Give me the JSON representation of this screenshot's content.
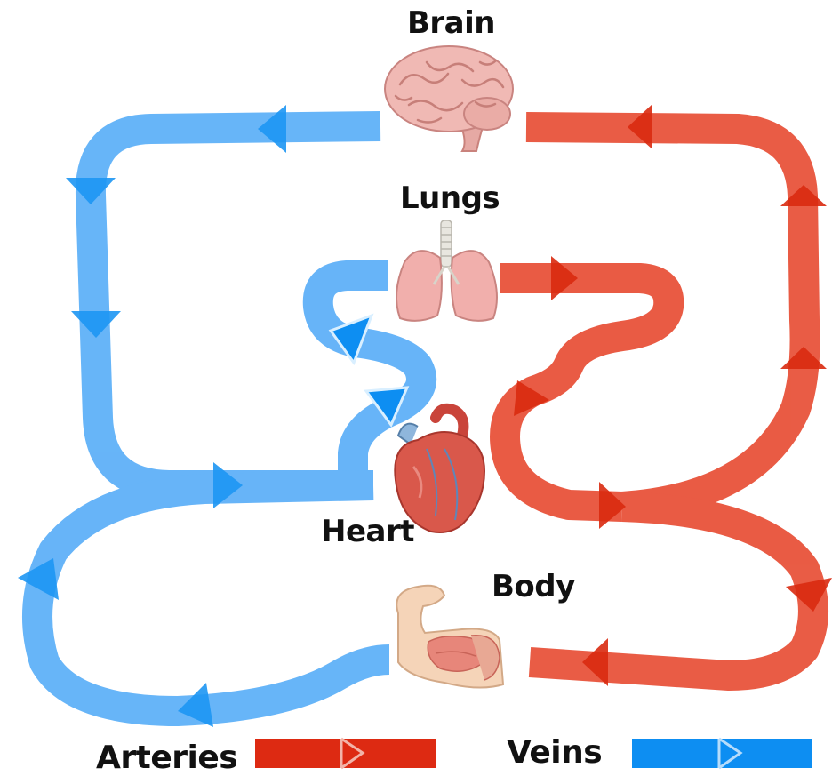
{
  "organs": {
    "brain": "Brain",
    "lungs": "Lungs",
    "heart": "Heart",
    "body": "Body"
  },
  "legend": {
    "arteries": {
      "label": "Arteries",
      "color": "#dd2a12"
    },
    "veins": {
      "label": "Veins",
      "color": "#0d8ef2"
    }
  },
  "colors": {
    "artery_stroke": "#e8533b",
    "artery_arrow": "#d92a10",
    "vein_stroke": "#5fb1f8",
    "vein_arrow": "#1d96f3"
  },
  "icons": [
    "brain-icon",
    "lungs-icon",
    "heart-icon",
    "arm-muscle-icon"
  ]
}
